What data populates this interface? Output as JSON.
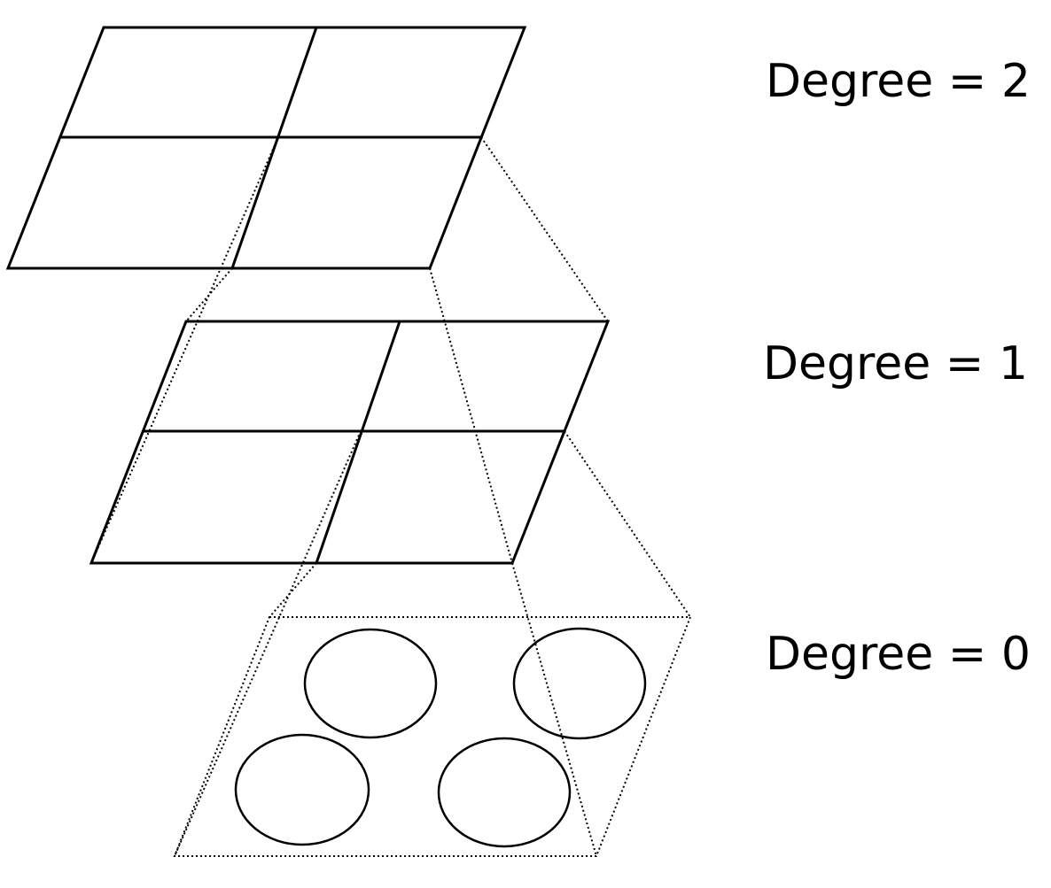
{
  "levels": [
    {
      "label": "Degree = 2"
    },
    {
      "label": "Degree = 1"
    },
    {
      "label": "Degree = 0"
    }
  ]
}
